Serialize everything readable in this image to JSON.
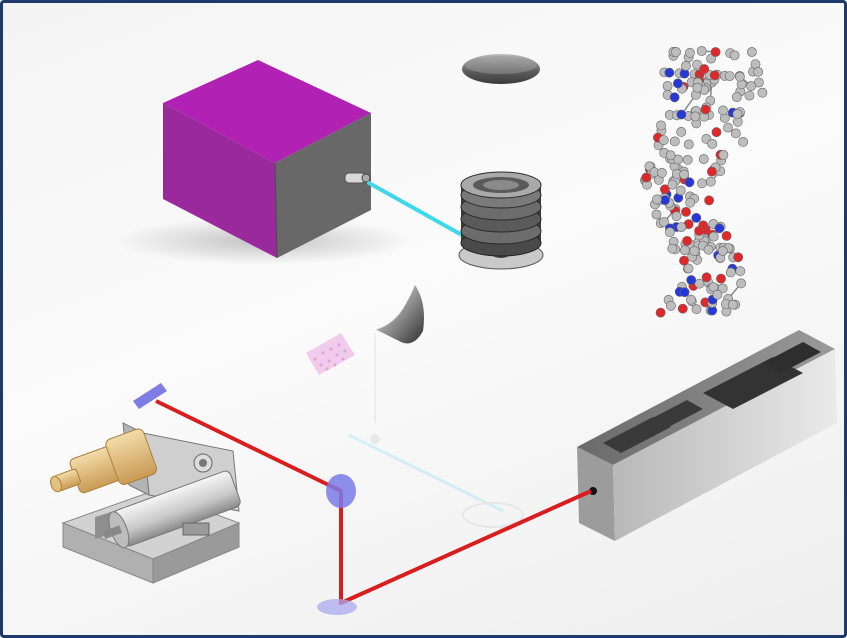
{
  "colors": {
    "border": "#1f3a68",
    "cube_top": "#b020b0",
    "cube_front": "#9a2a9c",
    "cube_side": "#6b6b6b",
    "cyan_beam": "#3fd8ea",
    "red_beam": "#d81e1e",
    "mirror": "#7a7ae8",
    "motor_cream": "#e6c58a",
    "atom_carbon": "#bdbdbd",
    "atom_oxygen": "#e0282a",
    "atom_nitrogen": "#2638d8"
  },
  "components": [
    {
      "name": "magenta-cube-source",
      "icon": "cube-icon"
    },
    {
      "name": "disc-lens",
      "icon": "disc-icon"
    },
    {
      "name": "grooved-cylinder",
      "icon": "cylinder-icon"
    },
    {
      "name": "cone-reflector",
      "icon": "cone-icon"
    },
    {
      "name": "protein-molecule",
      "icon": "molecule-icon"
    },
    {
      "name": "motor-stage",
      "icon": "motor-icon"
    },
    {
      "name": "laser-box",
      "icon": "box-icon"
    }
  ]
}
